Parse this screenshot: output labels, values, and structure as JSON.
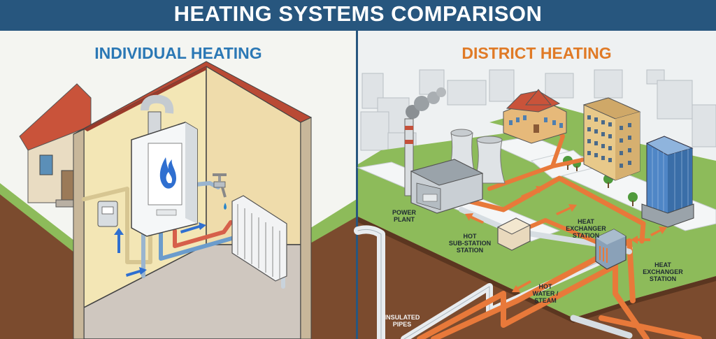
{
  "header": {
    "title": "HEATING SYSTEMS COMPARISON"
  },
  "left_panel": {
    "title": "INDIVIDUAL HEATING"
  },
  "right_panel": {
    "title": "DISTRICT HEATING",
    "labels": {
      "power_plant": "POWER\nPLANT",
      "hot_sub_station": "HOT\nSUB-STATION\nSTATION",
      "heat_exchanger_top": "HEAT\nEXCHANGER\nSTATION",
      "heat_exchanger_right": "HEAT\nEXCHANGER\nSTATION",
      "hot_water_steam": "HOT\nWATER /\nSTEAM",
      "insulated_pipes": "INSULATED\nPIPES"
    }
  },
  "colors": {
    "header_bg": "#27567e",
    "individual_title": "#2b78b5",
    "district_title": "#e07a26",
    "hot_pipe": "#e8793a",
    "cold_pipe": "#d6dde2",
    "flame": "#2f6fd0",
    "divider": "#27567e",
    "grass": "#8dbb5a",
    "soil": "#7b4b2e"
  }
}
